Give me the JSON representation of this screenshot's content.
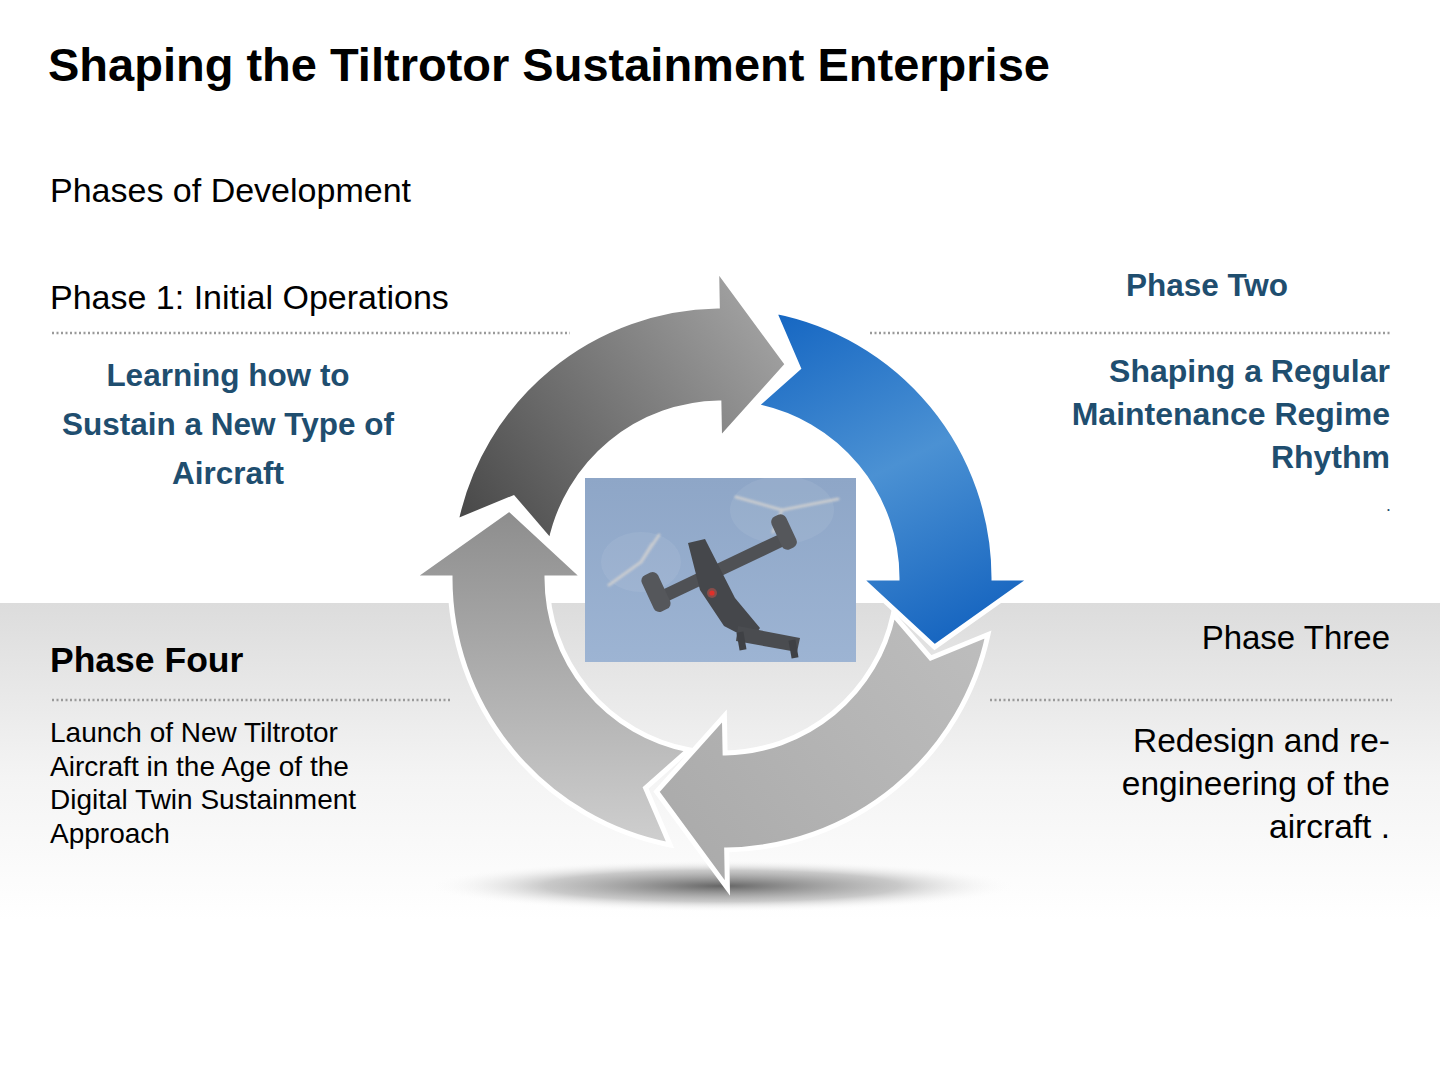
{
  "diagram": {
    "title": "Shaping the Tiltrotor Sustainment Enterprise",
    "nodes": [
      {
        "text": [
          "Phase 1: Initial Operations",
          "Learning how to Sustain a New Type of Aircraft"
        ]
      },
      {
        "text": [
          "Phase Two",
          "Shaping a Regular Maintenance Regime Rhythm",
          "."
        ]
      },
      {
        "text": [
          "Phase Three",
          "Redesign and re- engineering of the aircraft ."
        ]
      },
      {
        "text": [
          "Phase Four",
          "Launch of New Tiltrotor Aircraft in the Age of the Digital Twin Sustainment Approach"
        ]
      }
    ],
    "labels": [
      "Phases of Development"
    ]
  }
}
